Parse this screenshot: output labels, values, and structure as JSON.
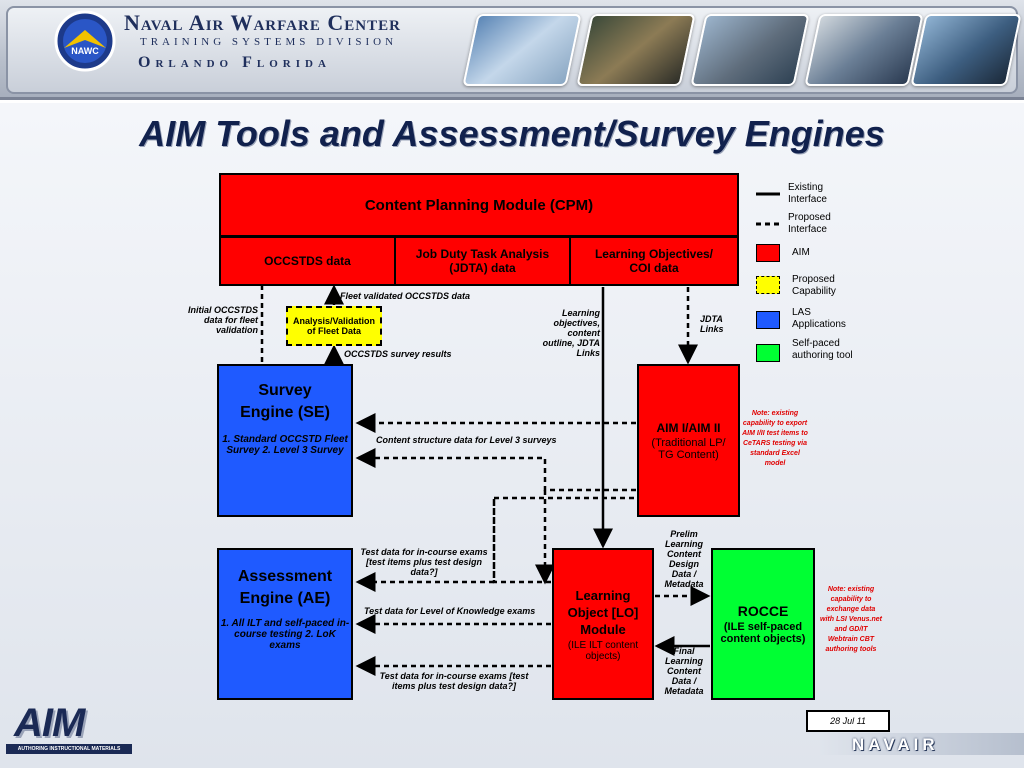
{
  "header": {
    "line1": "Naval Air Warfare Center",
    "line2": "Training Systems Division",
    "line3": "Orlando Florida",
    "logo_text": "NAWC"
  },
  "title": "AIM Tools and Assessment/Survey Engines",
  "boxes": {
    "cpm": "Content Planning Module (CPM)",
    "occstds": "OCCSTDS data",
    "jdta": "Job Duty Task Analysis (JDTA) data",
    "lo_coi": "Learning Objectives/ COI data",
    "analysis": "Analysis/Validation of Fleet Data",
    "survey_title": "Survey Engine (SE)",
    "survey_items": "1.  Standard OCCSTD Fleet Survey 2.  Level 3 Survey",
    "aim": "AIM I/AIM II",
    "aim_sub": "(Traditional LP/ TG Content)",
    "assess_title": "Assessment Engine (AE)",
    "assess_items": "1.  All ILT and self-paced in-course testing 2.  LoK exams",
    "lo_title": "Learning Object [LO] Module",
    "lo_sub": "(ILE ILT content objects)",
    "rocce_title": "ROCCE",
    "rocce_sub": "(ILE self-paced content objects)"
  },
  "labels": {
    "fleet_validated": "Fleet validated OCCSTDS data",
    "initial": "Initial OCCSTDS data for fleet validation",
    "survey_results": "OCCSTDS survey results",
    "learning_obj": "Learning objectives, content outline, JDTA Links",
    "jdta_links": "JDTA Links",
    "content_structure": "Content structure data for Level 3 surveys",
    "test_inc": "Test data for in-course exams [test items plus test design data?]",
    "test_lok": "Test data for Level of Knowledge exams",
    "test_inc2": "Test data for in-course exams [test items plus test design data?]",
    "prelim": "Prelim Learning Content Design Data / Metadata",
    "final": "Final Learning Content Data / Metadata"
  },
  "notes": {
    "note1": "Note: existing capability to export AIM I/II test items to CeTARS testing via standard Excel model",
    "note2": "Note: existing capability to exchange data with LSI Venus.net and GD/IT Webtrain CBT authoring tools"
  },
  "legend": {
    "existing": "Existing Interface",
    "proposed_if": "Proposed Interface",
    "aim": "AIM",
    "proposed_cap": "Proposed Capability",
    "las": "LAS Applications",
    "selfpaced": "Self-paced authoring tool"
  },
  "footer": {
    "date": "28 Jul 11",
    "aim_logo": "AIM",
    "aim_logo_sub": "AUTHORING INSTRUCTIONAL MATERIALS",
    "navair": "NAVAIR"
  },
  "colors": {
    "aim_red": "#ff0000",
    "las_blue": "#1f5aff",
    "selfpaced_green": "#00ff33",
    "proposed_yellow": "#ffff00",
    "title_navy": "#11214d"
  }
}
